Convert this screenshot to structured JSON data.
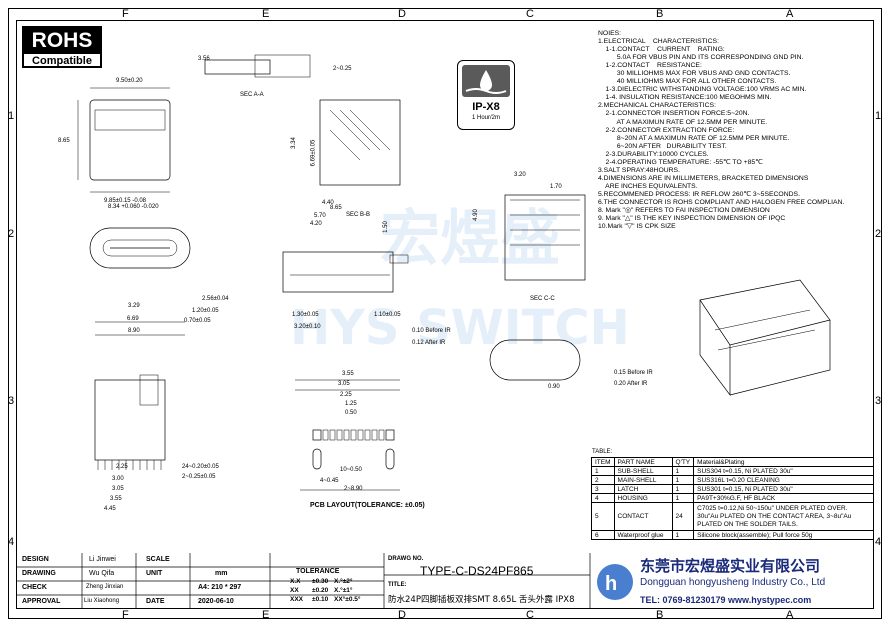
{
  "columns": [
    "F",
    "E",
    "D",
    "C",
    "B",
    "A"
  ],
  "rows": [
    "1",
    "2",
    "3",
    "4"
  ],
  "rohs": {
    "title": "ROHS",
    "subtitle": "Compatible"
  },
  "ipx": {
    "title": "IP-X8",
    "subtitle": "1 Hour/2m"
  },
  "notes": [
    "NOIES:",
    "1.ELECTRICAL    CHARACTERISTICS:",
    "    1-1.CONTACT    CURRENT    RATING:",
    "          5.0A FOR VBUS PIN AND ITS CORRESPONDING GND PIN.",
    "    1-2.CONTACT    RESISTANCE:",
    "          30 MILLIOHMS MAX FOR VBUS AND GND CONTACTS.",
    "          40 MILLIOHMS MAX FOR ALL OTHER CONTACTS.",
    "    1-3.DIELECTRIC WITHSTANDING VOLTAGE:100 VRMS AC MIN.",
    "    1-4. INSULATION RESISTANCE:100 MEGOHMS MIN.",
    "2.MECHANICAL CHARACTERISTICS:",
    "    2-1.CONNECTOR INSERTION FORCE:5~20N.",
    "          AT A MAXIMUN RATE OF 12.5MM PER MINUTE.",
    "    2-2.CONNECTOR EXTRACTION FORCE:",
    "          8~20N AT A MAXIMUN RATE OF 12.5MM PER MINUTE.",
    "          6~20N AFTER   DURABILITY TEST.",
    "    2-3.DURABILITY:10000 CYCLES.",
    "    2-4.OPERATING TEMPERATURE: -55℃ TO +85℃",
    "3.SALT SPRAY:48HOURS.",
    "4.DIMENSIONS ARE IN MILLIMETERS, BRACKETED DIMENSIONS",
    "    ARE INCHES EQUIVALENTS.",
    "5.RECOMMENED PROCESS: IR REFLOW 260℃ 3~5SECONDS.",
    "6.THE CONNECTOR IS ROHS COMPLIANT AND HALOGEN FREE COMPLIAN.",
    "8. Mark \"◎\" REFERS TO FAI INSPECTION DIMENSION",
    "9. Mark \"△\" IS THE KEY INSPECTION DIMENSION OF IPQC",
    "10.Mark \"▽\" IS CPK SIZE"
  ],
  "sections": {
    "a": "SEC A-A",
    "b": "SEC B-B",
    "c": "SEC C-C",
    "pcb": "PCB LAYOUT(TOLERANCE: ±0.05)"
  },
  "dims": {
    "d1": "9.50±0.20",
    "d2": "8.65",
    "d3": "9.85±0.15 -0.08",
    "d4": "3.56",
    "d5": "2~0.25",
    "d6": "8.34 +0.060 -0.020",
    "d7": "6.69",
    "d8": "8.90",
    "d9": "3.29",
    "d10": "2.56±0.04",
    "d11": "1.20±0.05",
    "d12": "0.70±0.05",
    "d13": "8.65",
    "d14": "5.70",
    "d15": "4.20",
    "d16": "1.30±0.05",
    "d17": "3.20±0.10",
    "d18": "1.10±0.05",
    "d19": "0.10 Before IR",
    "d20": "0.12 After IR",
    "d21": "3.55",
    "d22": "3.05",
    "d23": "2.25",
    "d24": "1.25",
    "d25": "0.50",
    "d26": "10~0.50",
    "d27": "2~8.90",
    "d28": "4~0.45",
    "d29": "2.25",
    "d30": "3.00",
    "d31": "3.05",
    "d32": "3.55",
    "d33": "4.45",
    "d34": "24~0.20±0.05",
    "d35": "2~0.25±0.05",
    "d36": "0.15 Before IR",
    "d37": "0.20 After IR",
    "d38": "4.40",
    "d39": "6.69±0.05",
    "d40": "3.34",
    "d41": "1.50",
    "d42": "4.90",
    "d43": "3.20",
    "d44": "1.70",
    "d45": "0.90"
  },
  "table": {
    "title": "TABLE:",
    "headers": [
      "ITEM",
      "PART NAME",
      "Q'TY",
      "Material&Plating"
    ],
    "rows": [
      [
        "1",
        "SUB-SHELL",
        "1",
        "SUS304  t=0.15, Ni PLATED 30u\""
      ],
      [
        "2",
        "MAIN-SHELL",
        "1",
        "SUS316L t=0.20 CLEANING"
      ],
      [
        "3",
        "LATCH",
        "1",
        "SUS301  t=0.15, Ni PLATED 30u\""
      ],
      [
        "4",
        "HOUSING",
        "1",
        "PA9T+30%G.F, HF BLACK"
      ],
      [
        "5",
        "CONTACT",
        "24",
        "C7025 t=0.12,Ni 50~150u\" UNDER PLATED OVER. 30u\"Au PLATED ON THE CONTACT AREA, 3~8u\"Au PLATED ON THE SOLDER TAILS."
      ],
      [
        "6",
        "Waterproof glue",
        "1",
        "Silicone block(assemble); Pull force 50g"
      ]
    ]
  },
  "titleblock": {
    "design": "DESIGN",
    "design_name": "Li Jinwei",
    "scale": "SCALE",
    "drawing": "DRAWING",
    "drawing_name": "Wu Qifa",
    "unit": "UNIT",
    "unit_val": "mm",
    "check": "CHECK",
    "check_name": "Zheng Jinxian",
    "size": "A4: 210 * 297",
    "approval": "APPROVAL",
    "approval_name": "Liu Xiaohong",
    "date": "DATE",
    "date_val": "2020-06-10",
    "tolerance": "TOLERANCE",
    "tol_rows": [
      [
        "X.X",
        "±0.30",
        "X.°±2°"
      ],
      [
        "XX",
        "±0.20",
        "X.°±1°"
      ],
      [
        "XXX",
        "±0.10",
        "XX°±0.5°"
      ]
    ],
    "drawno_label": "DRAWG NO.",
    "drawno": "TYPE-C-DS24PF865",
    "title_label": "TITLE:",
    "title": "防水24P四脚插板双排SMT 8.65L 舌头外露 IPX8"
  },
  "company": {
    "cn": "东莞市宏煜盛实业有限公司",
    "en": "Dongguan hongyusheng Industry Co., Ltd",
    "tel": "TEL: 0769-81230179   www.hystypec.com"
  },
  "watermark": {
    "cn": "宏煜盛",
    "en": "HYS SWITCH"
  }
}
